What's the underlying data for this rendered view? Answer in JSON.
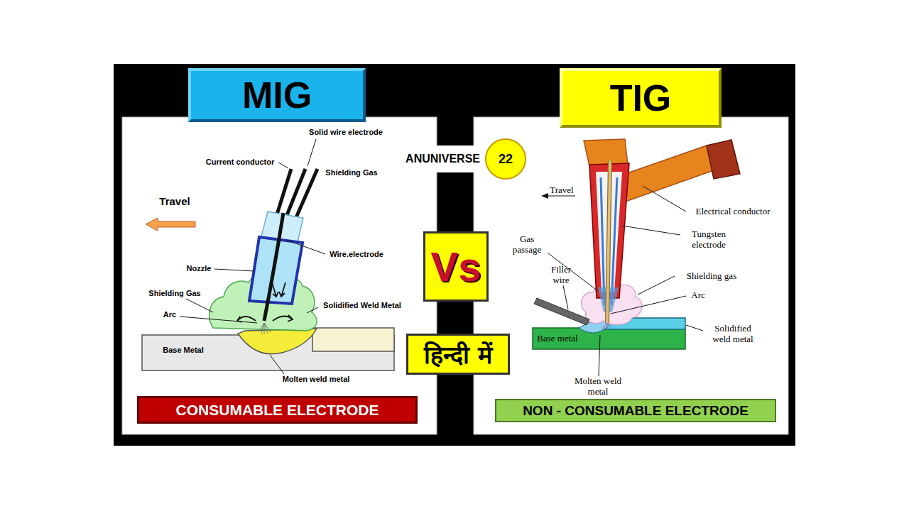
{
  "diagram": {
    "nodes": [
      {
        "text": [
          "MIG"
        ]
      },
      {
        "text": [
          "TIG"
        ]
      },
      {
        "text": [
          "ANUNIVERSE",
          "22"
        ]
      },
      {
        "text": [
          "Vs"
        ]
      },
      {
        "text": [
          "हिन्दी में"
        ]
      },
      {
        "text": [
          "CONSUMABLE ELECTRODE"
        ]
      },
      {
        "text": [
          "NON - CONSUMABLE ELECTRODE"
        ]
      }
    ],
    "labels": [
      "Solid wire electrode",
      "Current conductor",
      "Shielding Gas",
      "Travel",
      "Wire.electrode",
      "Nozzle",
      "Shielding Gas",
      "Solidified Weld Metal",
      "Arc",
      "Base Metal",
      "Molten weld metal",
      "Travel",
      "Electrical conductor",
      "Gas passage",
      "Tungsten electrode",
      "Filler wire",
      "Shielding gas",
      "Arc",
      "Base metal",
      "Solidified weld metal",
      "Molten weld metal"
    ]
  }
}
